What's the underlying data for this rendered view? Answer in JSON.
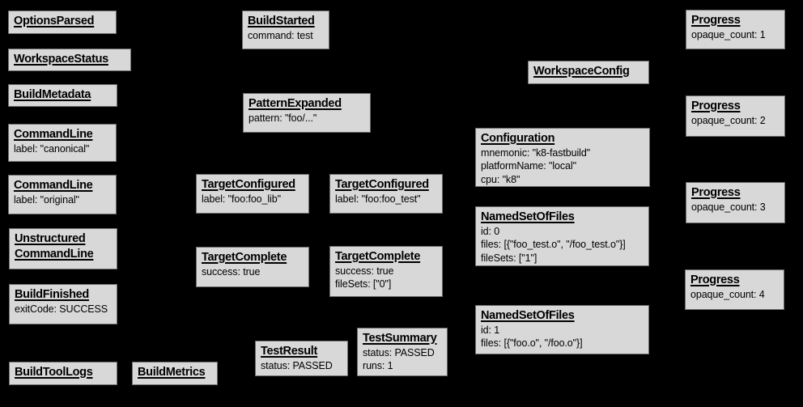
{
  "colors": {
    "background": "#000000",
    "box_fill": "#d8d8d8",
    "box_border": "#6e6e6e",
    "text": "#000000"
  },
  "boxes": [
    {
      "title": "OptionsParsed",
      "lines": []
    },
    {
      "title": "WorkspaceStatus",
      "lines": []
    },
    {
      "title": "BuildMetadata",
      "lines": []
    },
    {
      "title": "CommandLine",
      "lines": [
        "label: \"canonical\""
      ]
    },
    {
      "title": "CommandLine",
      "lines": [
        "label: \"original\""
      ]
    },
    {
      "title": "Unstructured\nCommandLine",
      "lines": []
    },
    {
      "title": "BuildFinished",
      "lines": [
        "exitCode: SUCCESS"
      ]
    },
    {
      "title": "BuildToolLogs",
      "lines": []
    },
    {
      "title": "BuildMetrics",
      "lines": []
    },
    {
      "title": "BuildStarted",
      "lines": [
        "command: test"
      ]
    },
    {
      "title": "PatternExpanded",
      "lines": [
        "pattern: \"foo/...\""
      ]
    },
    {
      "title": "TargetConfigured",
      "lines": [
        "label: \"foo:foo_lib\""
      ]
    },
    {
      "title": "TargetConfigured",
      "lines": [
        "label: \"foo:foo_test\""
      ]
    },
    {
      "title": "TargetComplete",
      "lines": [
        "success: true"
      ]
    },
    {
      "title": "TargetComplete",
      "lines": [
        "success: true",
        "fileSets: [\"0\"]"
      ]
    },
    {
      "title": "TestResult",
      "lines": [
        "status: PASSED"
      ]
    },
    {
      "title": "TestSummary",
      "lines": [
        "status: PASSED",
        "runs: 1"
      ]
    },
    {
      "title": "WorkspaceConfig",
      "lines": []
    },
    {
      "title": "Configuration",
      "lines": [
        "mnemonic: \"k8-fastbuild\"",
        "platformName: \"local\"",
        "cpu: \"k8\""
      ]
    },
    {
      "title": "NamedSetOfFiles",
      "lines": [
        "id: 0",
        "files: [{\"foo_test.o\", \"/foo_test.o\"}]",
        "fileSets: [\"1\"]"
      ]
    },
    {
      "title": "NamedSetOfFiles",
      "lines": [
        "id: 1",
        "files: [{\"foo.o\", \"/foo.o\"}]"
      ]
    },
    {
      "title": "Progress",
      "lines": [
        "opaque_count: 1"
      ]
    },
    {
      "title": "Progress",
      "lines": [
        "opaque_count: 2"
      ]
    },
    {
      "title": "Progress",
      "lines": [
        "opaque_count: 3"
      ]
    },
    {
      "title": "Progress",
      "lines": [
        "opaque_count: 4"
      ]
    }
  ]
}
